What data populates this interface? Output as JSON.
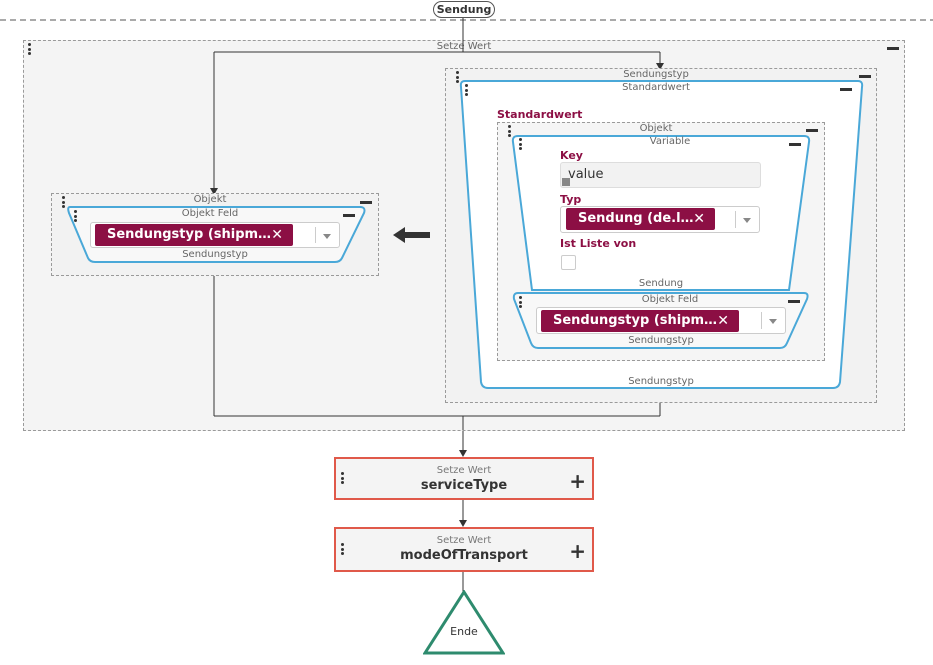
{
  "start_node": "Sendung",
  "outer_set": {
    "title": "Setze Wert"
  },
  "left_object": {
    "title": "Objekt",
    "field_title": "Objekt Feld",
    "tag": "Sendungstyp (shipm…",
    "footer": "Sendungstyp"
  },
  "right_type": {
    "title": "Sendungstyp",
    "default_title": "Standardwert",
    "default_label": "Standardwert",
    "object_title": "Objekt",
    "variable_title": "Variable",
    "key_label": "Key",
    "key_value": "value",
    "type_label": "Typ",
    "type_tag": "Sendung (de.l…",
    "list_label": "Ist Liste von",
    "sendung_label": "Sendung",
    "inner_field_title": "Objekt Feld",
    "inner_tag": "Sendungstyp (shipm…",
    "inner_footer": "Sendungstyp",
    "default_footer": "Sendungstyp"
  },
  "nodes": [
    {
      "sub": "Setze Wert",
      "main": "serviceType"
    },
    {
      "sub": "Setze Wert",
      "main": "modeOfTransport"
    }
  ],
  "end_node": "Ende",
  "colors": {
    "accent": "#8c0f44",
    "node_border": "#e0594a",
    "frame": "#4aa8d8",
    "end": "#2e8b6e"
  }
}
